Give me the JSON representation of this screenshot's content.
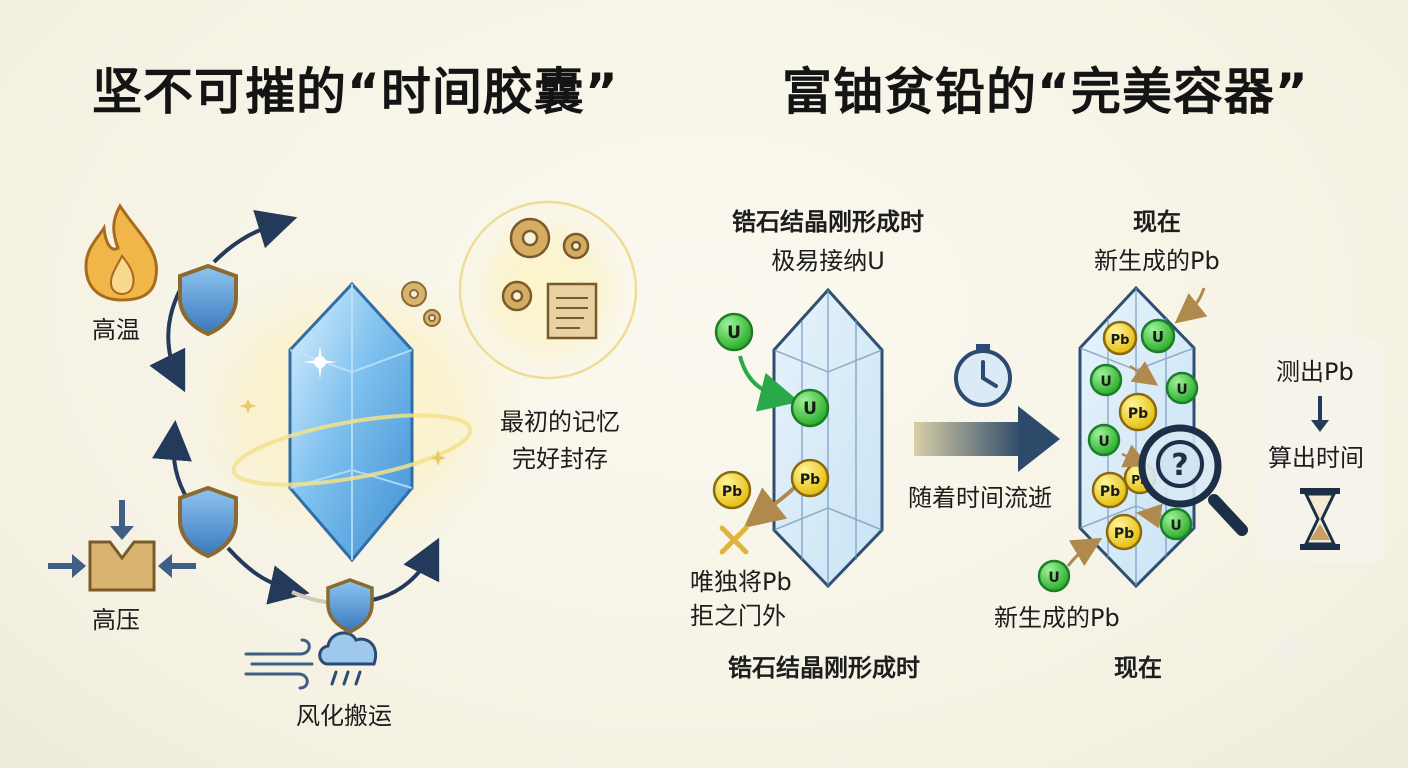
{
  "left_panel": {
    "title": "坚不可摧的“时间胶囊”",
    "threats": {
      "heat": "高温",
      "pressure": "高压",
      "weathering": "风化搬运"
    },
    "memory_note": [
      "最初的记忆",
      "完好封存"
    ],
    "icons": [
      "fire-icon",
      "compression-icon",
      "wind-icon",
      "rain-cloud-icon",
      "shield-icon",
      "gear-icon",
      "scroll-icon",
      "crystal-icon"
    ]
  },
  "right_panel": {
    "title": "富铀贫铅的“完美容器”",
    "formation": {
      "caption_top": [
        "锆石结晶刚形成时",
        "极易接纳U"
      ],
      "caption_bottom": "锆石结晶刚形成时",
      "reject_note": [
        "唯独将Pb",
        "拒之门外"
      ],
      "atoms": [
        "U",
        "U",
        "Pb",
        "Pb"
      ]
    },
    "arrow_label": "随着时间流逝",
    "present": {
      "caption_top": [
        "现在",
        "新生成的Pb"
      ],
      "caption_bottom": "现在",
      "side_note": "新生成的Pb",
      "atoms": [
        "Pb",
        "U",
        "U",
        "U",
        "Pb",
        "U",
        "Pb",
        "Pb",
        "Pb",
        "U",
        "U"
      ]
    },
    "result_card": {
      "step1": "测出Pb",
      "step2": "算出时间"
    },
    "icons": [
      "stopwatch-icon",
      "magnifier-icon",
      "question-icon",
      "hourglass-icon",
      "cross-icon"
    ]
  },
  "colors": {
    "uranium": "#3bc93b",
    "lead": "#f2d21a",
    "crystal": "#a9d6f3",
    "arrow_dark": "#233a5a",
    "gold": "#c9a063"
  }
}
